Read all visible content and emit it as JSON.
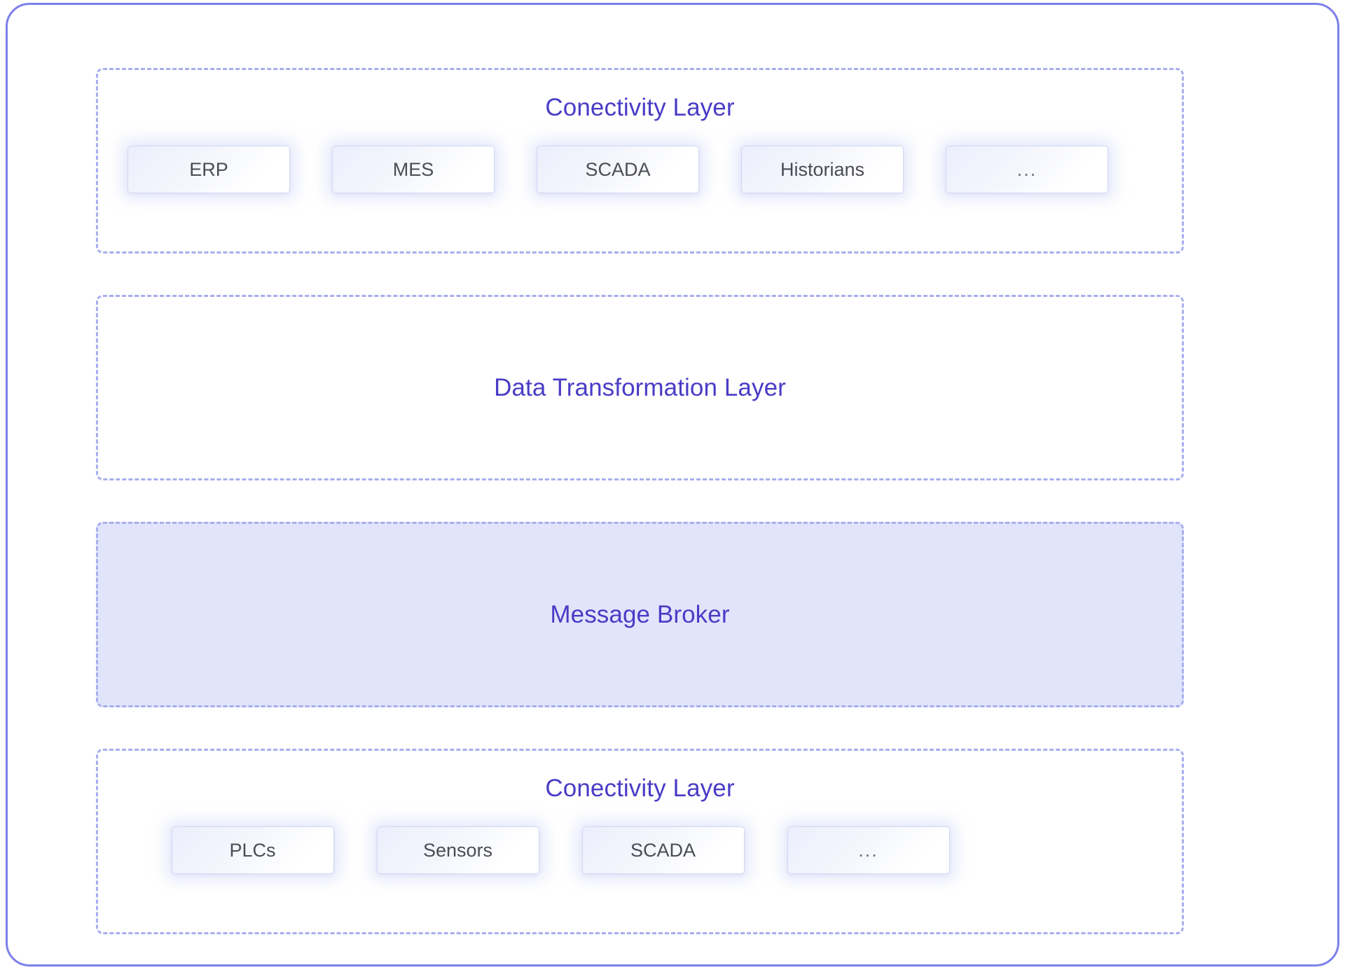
{
  "diagram": {
    "title_color": "#4a3cc6",
    "border_color": "#7c80ea",
    "dashed_border_color": "#a8aeee",
    "broker_fill_color": "#e1e5fb",
    "node_label_color": "#4b4c55",
    "layers": [
      {
        "id": "connectivity-top",
        "title": "Conectivity Layer",
        "nodes": [
          {
            "label": "ERP"
          },
          {
            "label": "MES"
          },
          {
            "label": "SCADA"
          },
          {
            "label": "Historians"
          },
          {
            "label": "..."
          }
        ]
      },
      {
        "id": "data-transformation",
        "title": "Data Transformation Layer",
        "nodes": []
      },
      {
        "id": "message-broker",
        "title": "Message Broker",
        "nodes": []
      },
      {
        "id": "connectivity-bottom",
        "title": "Conectivity Layer",
        "nodes": [
          {
            "label": "PLCs"
          },
          {
            "label": "Sensors"
          },
          {
            "label": "SCADA"
          },
          {
            "label": "..."
          }
        ]
      }
    ]
  }
}
